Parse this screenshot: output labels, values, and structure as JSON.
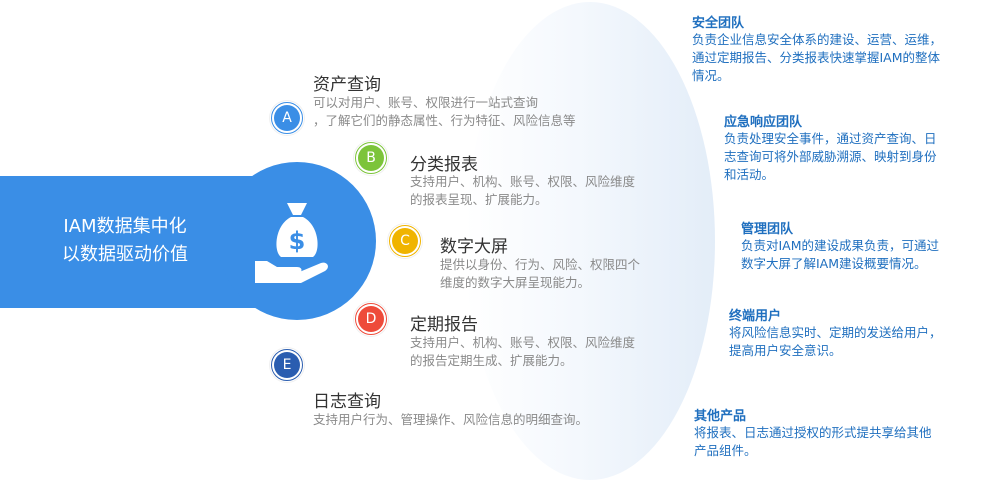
{
  "center": {
    "lines": [
      "IAM数据集中化",
      "以数据驱动价值"
    ],
    "icon": "money-bag-hand-icon"
  },
  "colors": {
    "primary": "#3a8ee6",
    "a": "#3a8ee6",
    "b": "#7cc43a",
    "c": "#f0b400",
    "d": "#ee4b3a",
    "e": "#2a5db0"
  },
  "features": [
    {
      "letter": "A",
      "title": "资产查询",
      "desc": [
        "可以对用户、账号、权限进行一站式查询",
        "，了解它们的静态属性、行为特征、风险信息等"
      ]
    },
    {
      "letter": "B",
      "title": "分类报表",
      "desc": [
        "支持用户、机构、账号、权限、风险维度",
        "的报表呈现、扩展能力。"
      ]
    },
    {
      "letter": "C",
      "title": "数字大屏",
      "desc": [
        "提供以身份、行为、风险、权限四个",
        "维度的数字大屏呈现能力。"
      ]
    },
    {
      "letter": "D",
      "title": "定期报告",
      "desc": [
        "支持用户、机构、账号、权限、风险维度",
        "的报告定期生成、扩展能力。"
      ]
    },
    {
      "letter": "E",
      "title": "日志查询",
      "desc": [
        "支持用户行为、管理操作、风险信息的明细查询。"
      ]
    }
  ],
  "teams": [
    {
      "name": "安全团队",
      "desc": [
        "负责企业信息安全体系的建设、运营、运维，",
        "通过定期报告、分类报表快速掌握IAM的整体",
        "情况。"
      ]
    },
    {
      "name": "应急响应团队",
      "desc": [
        "负责处理安全事件，通过资产查询、日",
        "志查询可将外部威胁溯源、映射到身份",
        "和活动。"
      ]
    },
    {
      "name": "管理团队",
      "desc": [
        "负责对IAM的建设成果负责，可通过",
        "数字大屏了解IAM建设概要情况。"
      ]
    },
    {
      "name": "终端用户",
      "desc": [
        "将风险信息实时、定期的发送给用户，",
        "提高用户安全意识。"
      ]
    },
    {
      "name": "其他产品",
      "desc": [
        "将报表、日志通过授权的形式提共享给其他",
        "产品组件。"
      ]
    }
  ]
}
